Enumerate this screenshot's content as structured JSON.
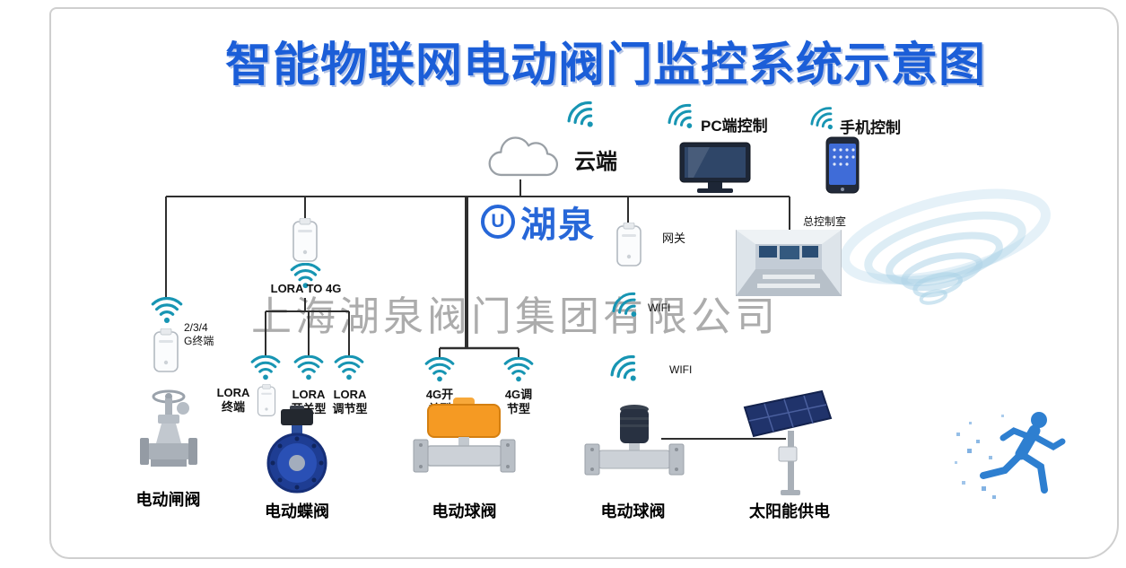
{
  "title": "智能物联网电动阀门监控系统示意图",
  "watermark": {
    "logo_u": "U",
    "logo_text": "湖泉",
    "company": "上海湖泉阀门集团有限公司"
  },
  "cloud_label": "云端",
  "controls": {
    "pc_label": "PC端控制",
    "phone_label": "手机控制"
  },
  "network": {
    "terminal_234g": "2/3/4\nG终端",
    "lora_to_4g": "LORA TO 4G",
    "gateway": "网关",
    "control_room": "总控制室",
    "wifi_upper": "WIFI",
    "wifi_lower": "WIFI",
    "lora_terminal": "LORA\n终端",
    "lora_switch": "LORA\n开关型",
    "lora_regulator": "LORA\n调节型",
    "g4_switch": "4G开\n关型",
    "g4_regulator": "4G调\n节型"
  },
  "valves": [
    {
      "label": "电动闸阀"
    },
    {
      "label": "电动蝶阀"
    },
    {
      "label": "电动球阀"
    },
    {
      "label": "电动球阀"
    },
    {
      "label": "太阳能供电"
    }
  ],
  "colors": {
    "title_blue": "#1b5ed8",
    "wifi_teal": "#1795b3",
    "line_dark": "#2f2f2f",
    "watermark_gray": "#8d8d8d",
    "logo_blue": "#1c5fd6",
    "actuator_orange": "#f59a23"
  }
}
